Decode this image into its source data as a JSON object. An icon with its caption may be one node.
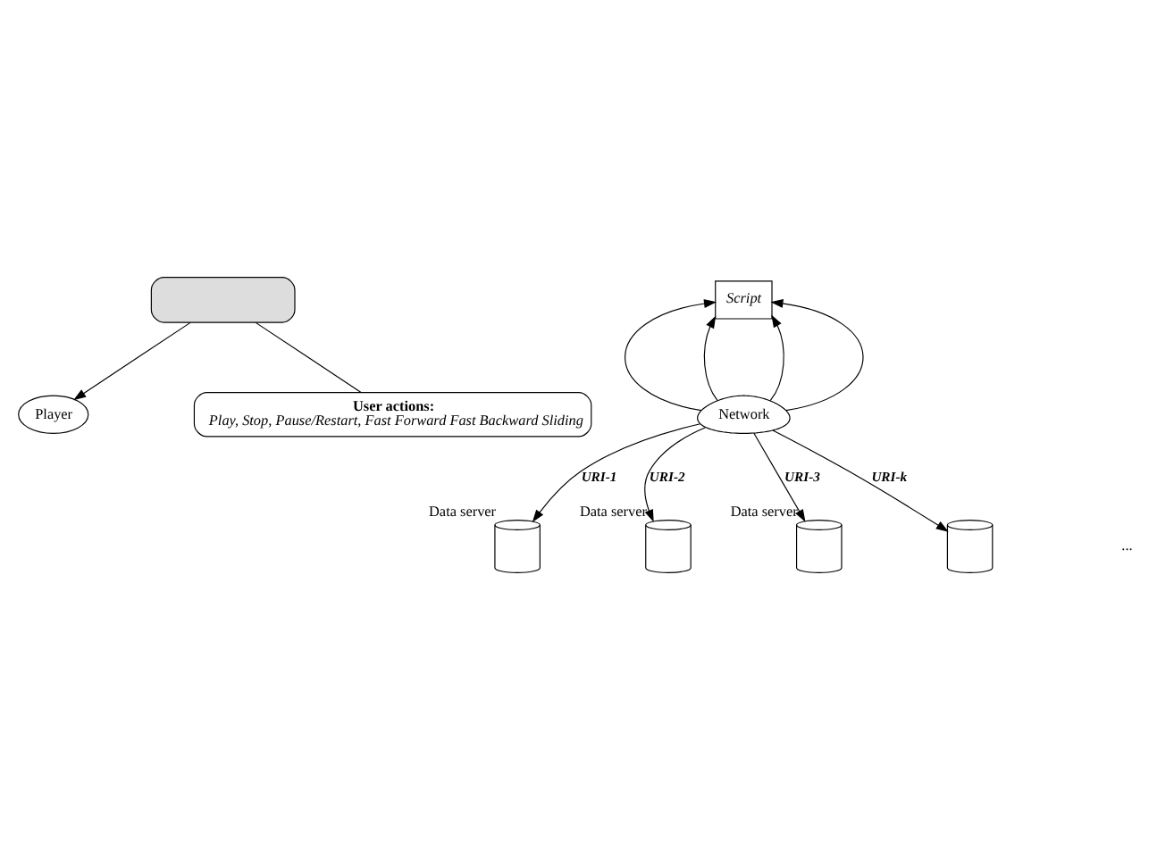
{
  "diagram": {
    "nodes": [
      {
        "text": [],
        "shape": "box"
      },
      {
        "text": [
          "Player"
        ]
      },
      {
        "text": [
          "Script"
        ]
      },
      {
        "text": [
          "Network"
        ]
      },
      {
        "text": [],
        "shape": "cylinder",
        "beside": [
          "Data server"
        ]
      },
      {
        "text": [],
        "shape": "cylinder",
        "beside": [
          "Data server"
        ]
      },
      {
        "text": [],
        "shape": "cylinder",
        "beside": [
          "Data server"
        ]
      },
      {
        "text": [],
        "shape": "cylinder"
      },
      {
        "text": [
          "User actions:",
          "Play, Stop, Pause/Restart, Fast Forward Fast Backward Sliding"
        ]
      }
    ],
    "edges": [
      {
        "from": 8,
        "to": 0,
        "arrow": "none"
      },
      {
        "from": 0,
        "to": 1,
        "arrow": "to"
      },
      {
        "from": 3,
        "to": 2,
        "arrow": "to"
      },
      {
        "from": 3,
        "to": 2,
        "arrow": "to"
      },
      {
        "from": 3,
        "to": 2,
        "arrow": "to"
      },
      {
        "from": 3,
        "to": 2,
        "arrow": "to"
      },
      {
        "from": 3,
        "to": 4,
        "arrow": "to",
        "label": "URI-1"
      },
      {
        "from": 3,
        "to": 5,
        "arrow": "to",
        "label": "URI-2"
      },
      {
        "from": 3,
        "to": 6,
        "arrow": "to",
        "label": "URI-3"
      },
      {
        "from": 3,
        "to": 7,
        "arrow": "to",
        "label": "URI-k"
      }
    ],
    "labels": [
      "..."
    ]
  }
}
